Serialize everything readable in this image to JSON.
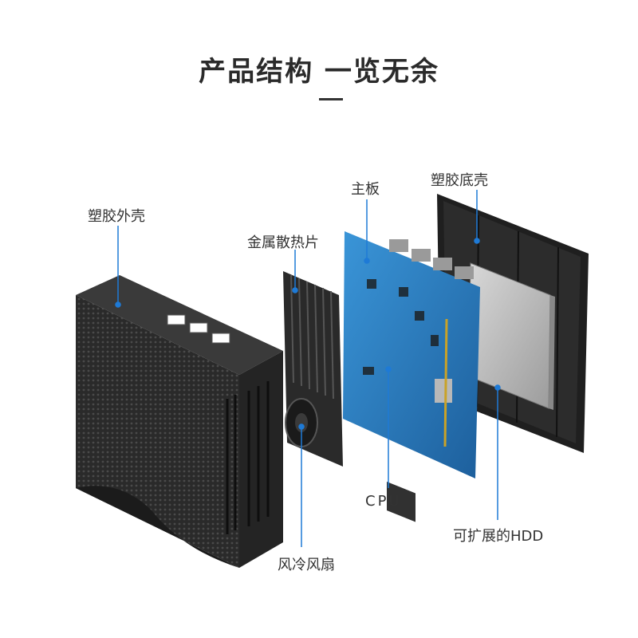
{
  "title": "产品结构 一览无余",
  "labels": {
    "shell": "塑胶外壳",
    "heatsink": "金属散热片",
    "board": "主板",
    "bottom_shell": "塑胶底壳",
    "cpu": "CPU",
    "hdd": "可扩展的HDD",
    "fan": "风冷风扇"
  },
  "colors": {
    "accent": "#1e7ad6",
    "board": "#2d86c8",
    "shell": "#2b2b2b"
  }
}
